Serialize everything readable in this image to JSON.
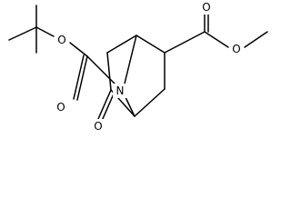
{
  "molecule": {
    "atoms": {
      "ester_o_left": "O",
      "carbonyl_o_left": "O",
      "bridge_n": "N",
      "ketone_o": "O",
      "carbonyl_o_right": "O",
      "ester_o_right": "O"
    }
  },
  "colors": {
    "bond": "#000000",
    "label": "#000000",
    "background": "#ffffff"
  }
}
